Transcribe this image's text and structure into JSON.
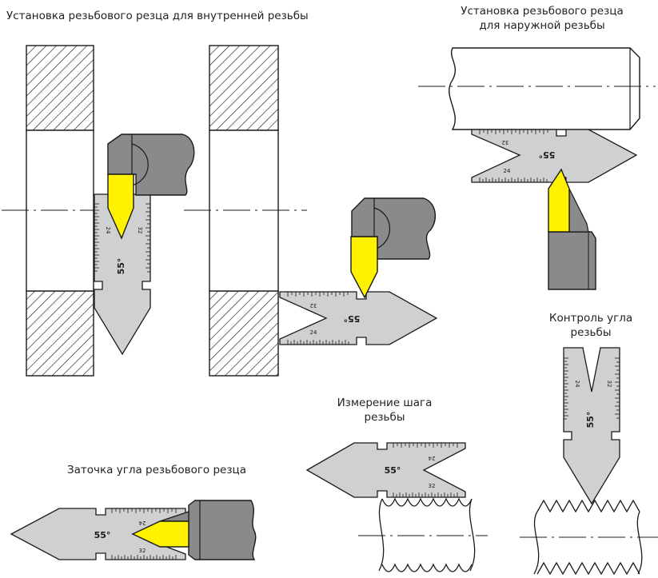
{
  "captions": {
    "internal_setup": "Установка резьбового резца для внутренней резьбы",
    "external_setup_line1": "Установка резьбового резца",
    "external_setup_line2": "для наружной резьбы",
    "angle_control_line1": "Контроль угла",
    "angle_control_line2": "резьбы",
    "pitch_measure_line1": "Измерение шага",
    "pitch_measure_line2": "резьбы",
    "sharpening": "Заточка угла резьбового резца"
  },
  "gauge_marks": {
    "angle": "55°",
    "scale_a": "24",
    "scale_b": "32"
  },
  "colors": {
    "gauge_fill": "#cfd0d2",
    "tool_body": "#8a8a8c",
    "cutter_insert": "#fff200",
    "outline": "#1a1a1a",
    "hatch": "#1a1a1a"
  }
}
